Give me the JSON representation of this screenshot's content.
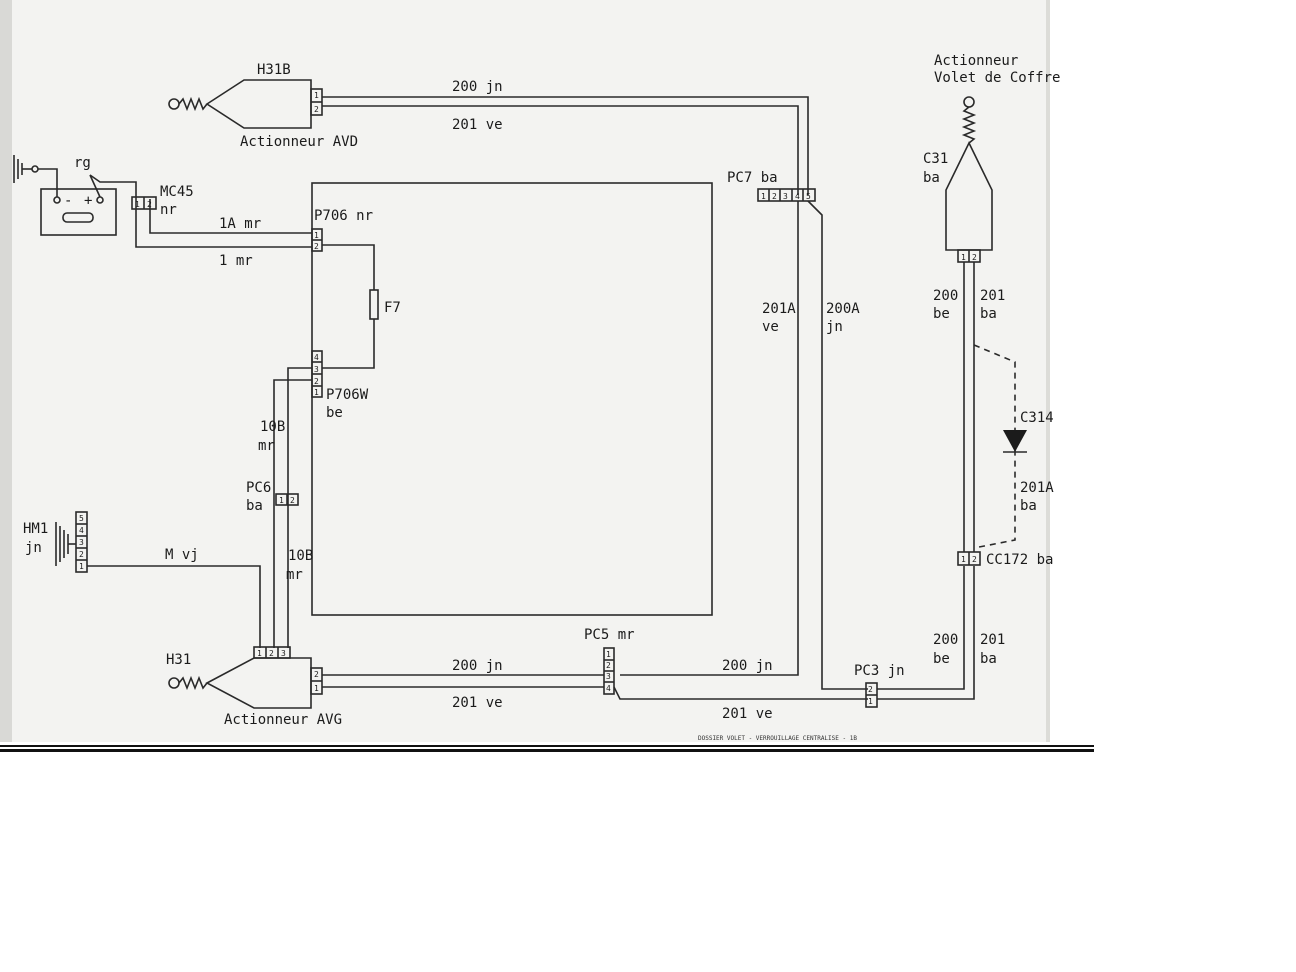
{
  "labels": {
    "h31b": "H31B",
    "actionneur_avd": "Actionneur AVD",
    "w200_top": "200 jn",
    "w201_top": "201 ve",
    "actionneur_coffre_1": "Actionneur",
    "actionneur_coffre_2": "Volet de Coffre",
    "c31": "C31",
    "c31_color": "ba",
    "rg": "rg",
    "mc45": "MC45",
    "mc45_color": "nr",
    "pc7": "PC7 ba",
    "w1a": "1A mr",
    "p706": "P706 nr",
    "w1": "1 mr",
    "f7": "F7",
    "w201a": "201A",
    "w201a_color": "ve",
    "w200a": "200A",
    "w200a_color": "jn",
    "w200_right_top": "200",
    "w200_right_top_color": "be",
    "w201_right_top": "201",
    "w201_right_top_color": "ba",
    "p706w": "P706W",
    "p706w_color": "be",
    "w10b_upper": "10B",
    "w10b_upper_color": "mr",
    "c314": "C314",
    "pc6": "PC6",
    "pc6_color": "ba",
    "w201_dashed": "201A",
    "w201_dashed_color": "ba",
    "hm1": "HM1",
    "hm1_color": "jn",
    "wmvj": "M vj",
    "w10b_lower": "10B",
    "w10b_lower_color": "mr",
    "cc172": "CC172 ba",
    "pc5": "PC5 mr",
    "w200_right_bot": "200",
    "w200_right_bot_color": "be",
    "w201_right_bot": "201",
    "w201_right_bot_color": "ba",
    "h31": "H31",
    "w200_bot": "200 jn",
    "w200_bot_right": "200 jn",
    "pc3": "PC3 jn",
    "w201_bot": "201 ve",
    "w201_bot_right": "201 ve",
    "actionneur_avg": "Actionneur AVG",
    "footer": "DOSSIER VOLET - VERROUILLAGE CENTRALISE - 1B"
  },
  "pins": {
    "p1": "1",
    "p2": "2",
    "p3": "3",
    "p4": "4",
    "p5": "5"
  },
  "symbols": {
    "battery_minus": "-",
    "battery_plus": "+"
  }
}
